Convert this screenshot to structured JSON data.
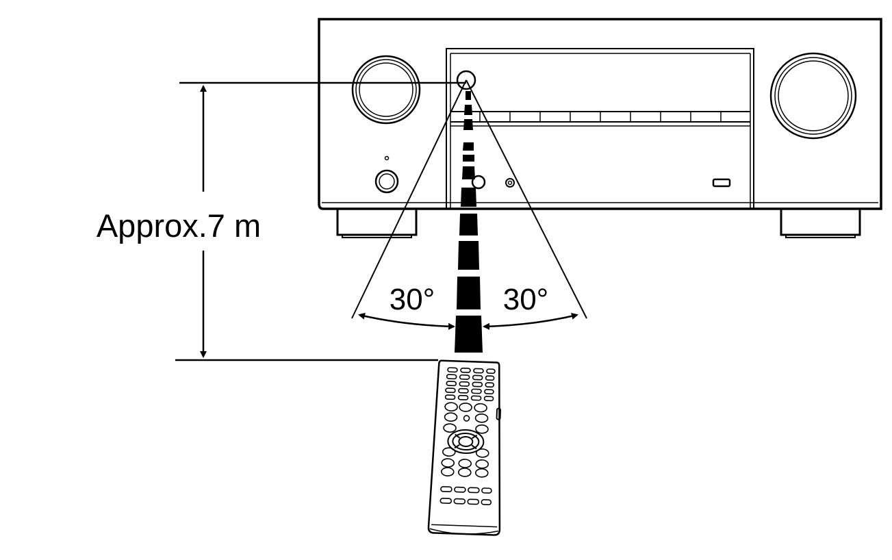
{
  "labels": {
    "distance": "Approx.7 m",
    "angle_left": "30°",
    "angle_right": "30°"
  },
  "colors": {
    "line": "#000000",
    "background": "#ffffff"
  }
}
